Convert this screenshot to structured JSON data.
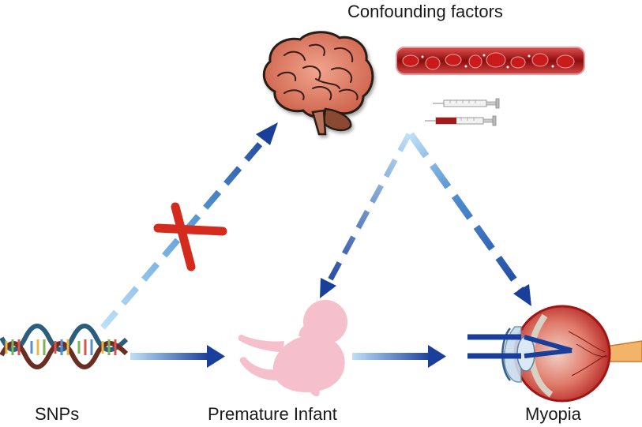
{
  "labels": {
    "confounding": "Confounding factors",
    "snps": "SNPs",
    "premature": "Premature Infant",
    "myopia": "Myopia"
  },
  "colors": {
    "arrow_dark": "#1a3f9a",
    "arrow_light": "#8fc4ee",
    "blocked_cross": "#d42b1e",
    "brain": "#d9735c",
    "vessel": "#b01818",
    "fetus": "#f5c0cc",
    "eye": "#c9201f"
  },
  "icons": {
    "dna": "dna-helix-icon",
    "brain": "brain-icon",
    "vessel": "blood-vessel-icon",
    "syringe": "syringe-icon",
    "fetus": "fetus-icon",
    "eye": "eye-cross-section-icon",
    "cross": "blocked-cross-icon"
  }
}
